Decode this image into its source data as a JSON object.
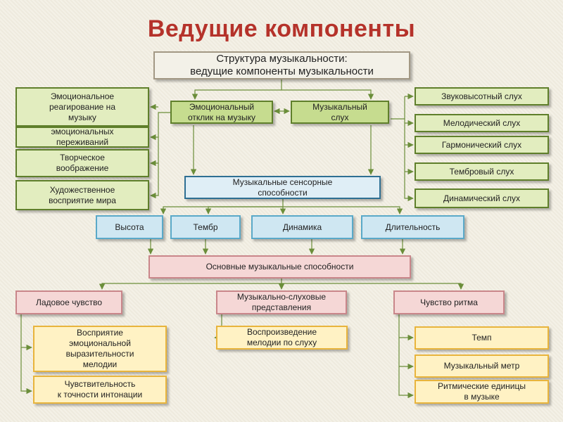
{
  "title": "Ведущие компоненты",
  "colors": {
    "title": "#b5322a",
    "connector": "#6b8e3a",
    "gray_border": "#a29884",
    "green_border": "#5f7f2b",
    "blue_border": "#2e6f93",
    "pink_border": "#c9868a",
    "yellow_border": "#e8b43c"
  },
  "nodes": {
    "structure": "Структура музыкальности:\nведущие компоненты музыкальности",
    "emotional_response": "Эмоциональный\nотклик на музыку",
    "musical_ear": "Музыкальный\nслух",
    "emo_reaction": "Эмоциональное\nреагирование на\nмузыку",
    "emo_experiences": "эмоциональных\nпереживаний",
    "creative_imagination": "Творческое\nвоображение",
    "art_perception": "Художественное\nвосприятие мира",
    "pitch_ear": "Звуковысотный слух",
    "melodic_ear": "Мелодический слух",
    "harmonic_ear": "Гармонический слух",
    "timbre_ear": "Тембровый слух",
    "dynamic_ear": "Динамический слух",
    "sensory": "Музыкальные сенсорные\nспособности",
    "pitch": "Высота",
    "timbre": "Тембр",
    "dynamics": "Динамика",
    "duration": "Длительность",
    "basic_abilities": "Основные музыкальные способности",
    "modal_sense": "Ладовое чувство",
    "auditory_repr": "Музыкально-слуховые\nпредставления",
    "rhythm_sense": "Чувство ритма",
    "expressiveness": "Восприятие\nэмоциональной\nвыразительности\nмелодии",
    "intonation": "Чувствительность\nк точности интонации",
    "reproduction": "Воспроизведение\nмелодии по слуху",
    "tempo": "Темп",
    "meter": "Музыкальный метр",
    "rhythmic_units": "Ритмические единицы\nв музыке"
  }
}
